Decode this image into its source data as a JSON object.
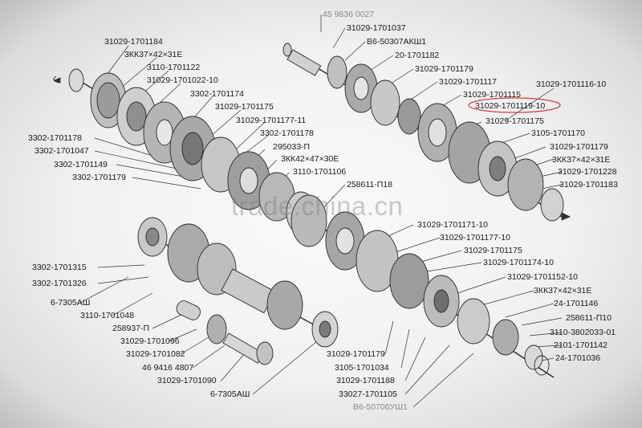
{
  "watermark": "trade.china.cn",
  "highlight_color": "#d23a3a",
  "part_labels": [
    "45 9836 0027",
    "31029-1701037",
    "В6-50307АКШ1",
    "20-1701182",
    "31029-1701179",
    "31029-1701117",
    "31029-1701115",
    "31029-1701116-10",
    "31029-1701119-10",
    "31029-1701175",
    "3105-1701170",
    "31029-1701179",
    "3КК37×42×31Е",
    "31029-1701228",
    "31029-1701183",
    "31029-1701184",
    "3КК37×42×31Е",
    "3110-1701122",
    "31029-1701022-10",
    "3302-1701174",
    "31029-1701175",
    "31029-1701177-11",
    "3302-1701178",
    "295033-П",
    "3302-1701178",
    "3302-1701047",
    "3302-1701149",
    "3302-1701179",
    "3КК42×47×30Е",
    "3110-1701106",
    "258611-П18",
    "31029-1701171-10",
    "31029-1701177-10",
    "31029-1701175",
    "31029-1701174-10",
    "3302-1701315",
    "3302-1701326",
    "31029-1701152-10",
    "3КК37×42×31Е",
    "6-7305АШ",
    "3110-1701048",
    "24-1701146",
    "258611-П10",
    "258937-П",
    "3110-3802033-01",
    "31029-1701096",
    "2101-1701142",
    "31029-1701082",
    "31029-1701179",
    "24-1701036",
    "46 9416 4807",
    "3105-1701034",
    "31029-1701090",
    "31029-1701188",
    "6-7305АШ",
    "33027-1701105",
    "В6-50706УШ1"
  ]
}
